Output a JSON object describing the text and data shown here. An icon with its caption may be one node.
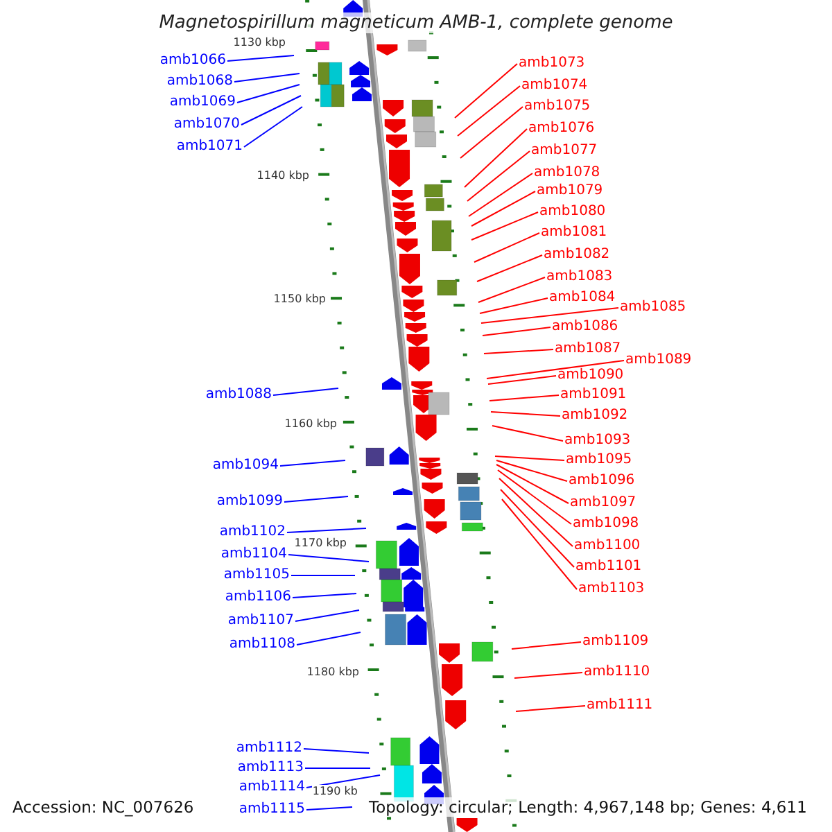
{
  "diagram": {
    "title": "Magnetospirillum magneticum AMB-1, complete genome",
    "nodes": [
      {
        "text": [
          "amb1066"
        ]
      },
      {
        "text": [
          "amb1068"
        ]
      },
      {
        "text": [
          "amb1069"
        ]
      },
      {
        "text": [
          "amb1070"
        ]
      },
      {
        "text": [
          "amb1071"
        ]
      },
      {
        "text": [
          "amb1073"
        ]
      },
      {
        "text": [
          "amb1074"
        ]
      },
      {
        "text": [
          "amb1075"
        ]
      },
      {
        "text": [
          "amb1076"
        ]
      },
      {
        "text": [
          "amb1077"
        ]
      },
      {
        "text": [
          "amb1078"
        ]
      },
      {
        "text": [
          "amb1079"
        ]
      },
      {
        "text": [
          "amb1080"
        ]
      },
      {
        "text": [
          "amb1081"
        ]
      },
      {
        "text": [
          "amb1082"
        ]
      },
      {
        "text": [
          "amb1083"
        ]
      },
      {
        "text": [
          "amb1084"
        ]
      },
      {
        "text": [
          "amb1085"
        ]
      },
      {
        "text": [
          "amb1086"
        ]
      },
      {
        "text": [
          "amb1087"
        ]
      },
      {
        "text": [
          "amb1088"
        ]
      },
      {
        "text": [
          "amb1089"
        ]
      },
      {
        "text": [
          "amb1090"
        ]
      },
      {
        "text": [
          "amb1091"
        ]
      },
      {
        "text": [
          "amb1092"
        ]
      },
      {
        "text": [
          "amb1093"
        ]
      },
      {
        "text": [
          "amb1094"
        ]
      },
      {
        "text": [
          "amb1095"
        ]
      },
      {
        "text": [
          "amb1096"
        ]
      },
      {
        "text": [
          "amb1097"
        ]
      },
      {
        "text": [
          "amb1098"
        ]
      },
      {
        "text": [
          "amb1099"
        ]
      },
      {
        "text": [
          "amb1100"
        ]
      },
      {
        "text": [
          "amb1101"
        ]
      },
      {
        "text": [
          "amb1102"
        ]
      },
      {
        "text": [
          "amb1103"
        ]
      },
      {
        "text": [
          "amb1104"
        ]
      },
      {
        "text": [
          "amb1105"
        ]
      },
      {
        "text": [
          "amb1106"
        ]
      },
      {
        "text": [
          "amb1107"
        ]
      },
      {
        "text": [
          "amb1108"
        ]
      },
      {
        "text": [
          "amb1109"
        ]
      },
      {
        "text": [
          "amb1110"
        ]
      },
      {
        "text": [
          "amb1111"
        ]
      },
      {
        "text": [
          "amb1112"
        ]
      },
      {
        "text": [
          "amb1113"
        ]
      },
      {
        "text": [
          "amb1114"
        ]
      },
      {
        "text": [
          "amb1115"
        ]
      }
    ],
    "edges": [
      {
        "from": 0,
        "to": null,
        "arrow": "none",
        "color": "#0000ff"
      },
      {
        "from": 1,
        "to": null,
        "arrow": "none",
        "color": "#0000ff"
      },
      {
        "from": 2,
        "to": null,
        "arrow": "none",
        "color": "#0000ff"
      },
      {
        "from": 3,
        "to": null,
        "arrow": "none",
        "color": "#0000ff"
      },
      {
        "from": 4,
        "to": null,
        "arrow": "none",
        "color": "#0000ff"
      },
      {
        "from": 5,
        "to": null,
        "arrow": "none"
      },
      {
        "from": 6,
        "to": null,
        "arrow": "none"
      },
      {
        "from": 7,
        "to": null,
        "arrow": "none"
      },
      {
        "from": 8,
        "to": null,
        "arrow": "none"
      },
      {
        "from": 9,
        "to": null,
        "arrow": "none"
      },
      {
        "from": 10,
        "to": null,
        "arrow": "none"
      },
      {
        "from": 11,
        "to": null,
        "arrow": "none"
      },
      {
        "from": 12,
        "to": null,
        "arrow": "none"
      },
      {
        "from": 13,
        "to": null,
        "arrow": "none"
      },
      {
        "from": 14,
        "to": null,
        "arrow": "none"
      },
      {
        "from": 15,
        "to": null,
        "arrow": "none"
      },
      {
        "from": 16,
        "to": null,
        "arrow": "none"
      },
      {
        "from": 17,
        "to": null,
        "arrow": "none"
      },
      {
        "from": 18,
        "to": null,
        "arrow": "none"
      },
      {
        "from": 19,
        "to": null,
        "arrow": "none"
      },
      {
        "from": 20,
        "to": null,
        "arrow": "none",
        "color": "#0000ff"
      },
      {
        "from": 21,
        "to": null,
        "arrow": "none"
      },
      {
        "from": 22,
        "to": null,
        "arrow": "none"
      },
      {
        "from": 23,
        "to": null,
        "arrow": "none"
      },
      {
        "from": 24,
        "to": null,
        "arrow": "none"
      },
      {
        "from": 25,
        "to": null,
        "arrow": "none"
      },
      {
        "from": 26,
        "to": null,
        "arrow": "none",
        "color": "#0000ff"
      },
      {
        "from": 27,
        "to": null,
        "arrow": "none"
      },
      {
        "from": 28,
        "to": null,
        "arrow": "none"
      },
      {
        "from": 29,
        "to": null,
        "arrow": "none"
      },
      {
        "from": 30,
        "to": null,
        "arrow": "none"
      },
      {
        "from": 31,
        "to": null,
        "arrow": "none",
        "color": "#0000ff"
      },
      {
        "from": 32,
        "to": null,
        "arrow": "none"
      },
      {
        "from": 33,
        "to": null,
        "arrow": "none"
      },
      {
        "from": 34,
        "to": null,
        "arrow": "none",
        "color": "#0000ff"
      },
      {
        "from": 35,
        "to": null,
        "arrow": "none"
      },
      {
        "from": 36,
        "to": null,
        "arrow": "none",
        "color": "#0000ff"
      },
      {
        "from": 37,
        "to": null,
        "arrow": "none",
        "color": "#0000ff"
      },
      {
        "from": 38,
        "to": null,
        "arrow": "none",
        "color": "#0000ff"
      },
      {
        "from": 39,
        "to": null,
        "arrow": "none",
        "color": "#0000ff"
      },
      {
        "from": 40,
        "to": null,
        "arrow": "none",
        "color": "#0000ff"
      },
      {
        "from": 41,
        "to": null,
        "arrow": "none"
      },
      {
        "from": 42,
        "to": null,
        "arrow": "none"
      },
      {
        "from": 43,
        "to": null,
        "arrow": "none"
      },
      {
        "from": 44,
        "to": null,
        "arrow": "none",
        "color": "#0000ff"
      },
      {
        "from": 45,
        "to": null,
        "arrow": "none",
        "color": "#0000ff"
      },
      {
        "from": 46,
        "to": null,
        "arrow": "none",
        "color": "#0000ff"
      },
      {
        "from": 47,
        "to": null,
        "arrow": "none",
        "color": "#0000ff"
      }
    ],
    "labels": [
      "1130 kbp",
      "1140 kbp",
      "1150 kbp",
      "1160 kbp",
      "1170 kbp",
      "1180 kbp",
      "1190 kb",
      "Accession: NC_007626",
      "Topology: circular; Length: 4,967,148 bp; Genes: 4,611"
    ]
  }
}
